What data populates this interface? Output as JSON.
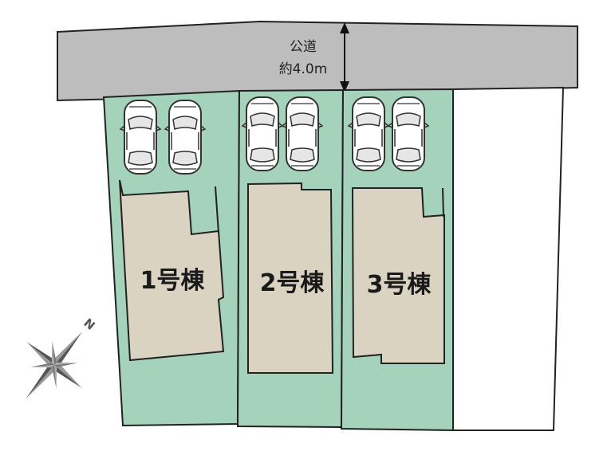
{
  "colors": {
    "road": "#bdbdbd",
    "lot": "#a5d2bb",
    "building": "#dbd3c2",
    "outline": "#222222",
    "empty_lot": "#ffffff"
  },
  "road": {
    "name": "公道",
    "width": "約4.0m"
  },
  "lots": [
    {
      "label": "1号棟",
      "parking_spaces": 2
    },
    {
      "label": "2号棟",
      "parking_spaces": 2
    },
    {
      "label": "3号棟",
      "parking_spaces": 2
    }
  ],
  "compass": {
    "label": "N",
    "icon": "compass-rose-icon"
  }
}
